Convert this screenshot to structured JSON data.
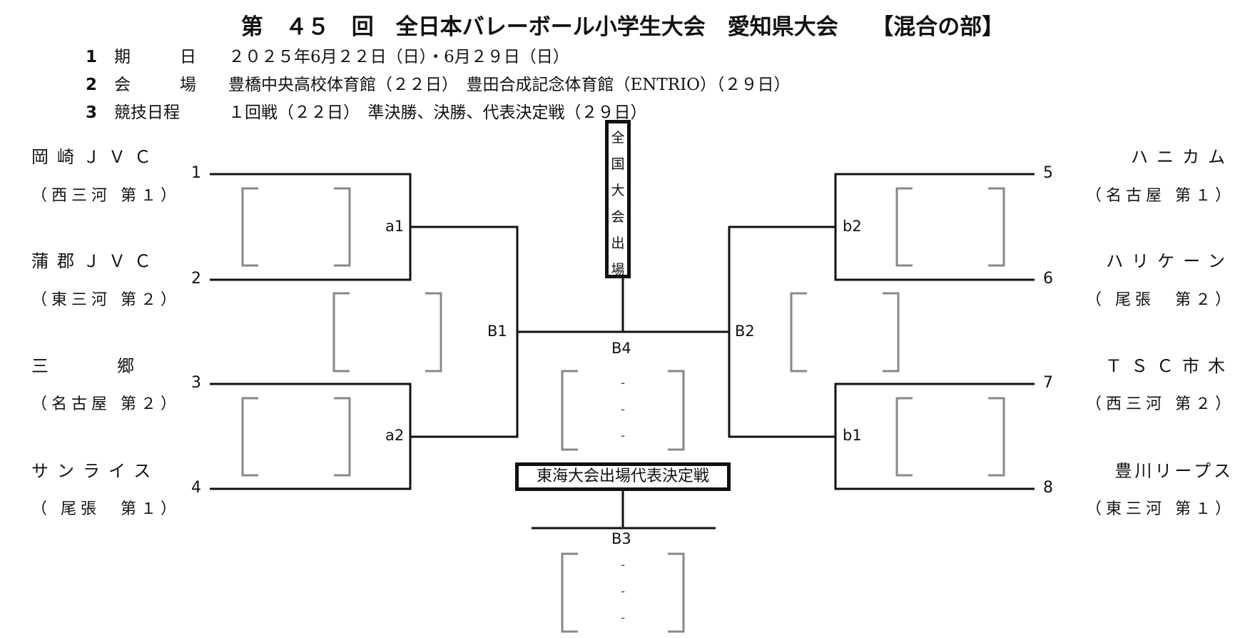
{
  "title": "第　４５　回　全日本バレーボール小学生大会　愛知県大会　　【混合の部】",
  "info": [
    {
      "num": "1",
      "label": "期　　　日",
      "value": "２０２５年6月２２日（日）・6月２９日（日）"
    },
    {
      "num": "2",
      "label": "会　　　場",
      "value": "豊橋中央高校体育館（２２日）　豊田合成記念体育館（ENTRIO）（２９日）"
    },
    {
      "num": "3",
      "label": "競技日程",
      "value": "１回戦（２２日）　準決勝、決勝、代表決定戦（２９日）"
    }
  ],
  "teams_left": [
    {
      "name": "岡崎ＪＶＣ",
      "pref": "（西三河 第１）",
      "seed": "1"
    },
    {
      "name": "蒲郡ＪＶＣ",
      "pref": "（東三河 第２）",
      "seed": "2"
    },
    {
      "name": "三　　　郷",
      "pref": "（名古屋 第２）",
      "seed": "3"
    },
    {
      "name": "サンライス",
      "pref": "（ 尾張　第１）",
      "seed": "4"
    }
  ],
  "teams_right": [
    {
      "name": "ハニカム",
      "pref": "（名古屋 第１）",
      "seed": "5"
    },
    {
      "name": "ハリケーン",
      "pref": "（ 尾張　第２）",
      "seed": "6"
    },
    {
      "name": "ＴＳＣ市木",
      "pref": "（西三河 第２）",
      "seed": "7"
    },
    {
      "name": "豊川リープス",
      "pref": "（東三河 第１）",
      "seed": "8"
    }
  ],
  "match_labels": {
    "a1": "a1",
    "a2": "a2",
    "b1": "b1",
    "b2": "b2",
    "B1": "B1",
    "B2": "B2",
    "B3": "B3",
    "B4": "B4"
  },
  "national_box": [
    "全",
    "国",
    "大",
    "会",
    "出",
    "場"
  ],
  "tokai_box": "東海大会出場代表決定戦",
  "score_dash": "-"
}
